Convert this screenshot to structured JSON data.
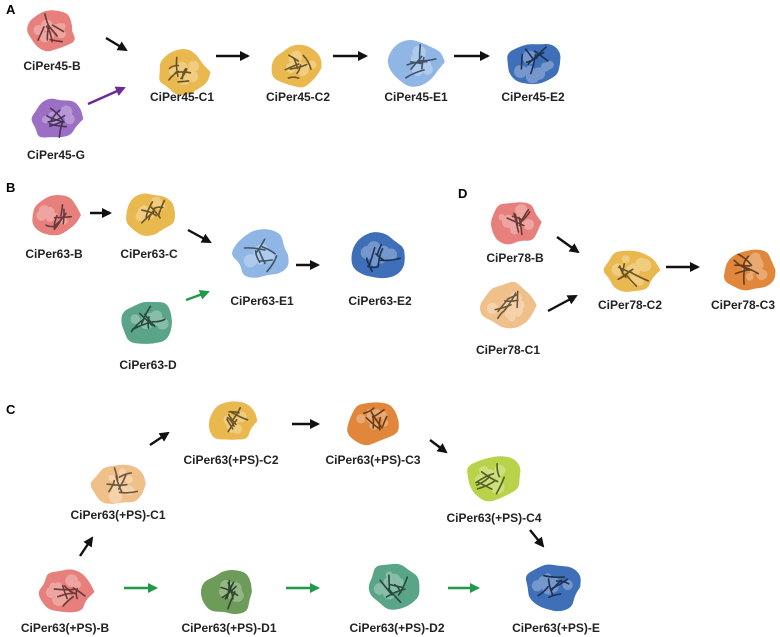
{
  "colors": {
    "B": "#e7807c",
    "G": "#9b6fc4",
    "C": "#e9b84f",
    "C1_peach": "#f0c08a",
    "C3": "#e0873c",
    "C4": "#b8d24a",
    "D_green": "#6c9b5a",
    "D_teal": "#5aa588",
    "E1": "#8fb6e4",
    "E2": "#3f6fb8",
    "arrow_black": "#111111",
    "arrow_purple": "#6a2a9a",
    "arrow_green": "#1e9a4a"
  },
  "panels": [
    {
      "letter": "A",
      "nodes": [
        {
          "id": "a_b",
          "label": "CiPer45-B",
          "color": "B"
        },
        {
          "id": "a_g",
          "label": "CiPer45-G",
          "color": "G"
        },
        {
          "id": "a_c1",
          "label": "CiPer45-C1",
          "color": "C"
        },
        {
          "id": "a_c2",
          "label": "CiPer45-C2",
          "color": "C"
        },
        {
          "id": "a_e1",
          "label": "CiPer45-E1",
          "color": "E1"
        },
        {
          "id": "a_e2",
          "label": "CiPer45-E2",
          "color": "E2"
        }
      ],
      "edges": [
        {
          "from": "a_b",
          "to": "a_c1",
          "color": "arrow_black"
        },
        {
          "from": "a_g",
          "to": "a_c1",
          "color": "arrow_purple"
        },
        {
          "from": "a_c1",
          "to": "a_c2",
          "color": "arrow_black"
        },
        {
          "from": "a_c2",
          "to": "a_e1",
          "color": "arrow_black"
        },
        {
          "from": "a_e1",
          "to": "a_e2",
          "color": "arrow_black"
        }
      ]
    },
    {
      "letter": "B",
      "nodes": [
        {
          "id": "b_b",
          "label": "CiPer63-B",
          "color": "B"
        },
        {
          "id": "b_c",
          "label": "CiPer63-C",
          "color": "C"
        },
        {
          "id": "b_d",
          "label": "CiPer63-D",
          "color": "D_teal"
        },
        {
          "id": "b_e1",
          "label": "CiPer63-E1",
          "color": "E1"
        },
        {
          "id": "b_e2",
          "label": "CiPer63-E2",
          "color": "E2"
        }
      ],
      "edges": [
        {
          "from": "b_b",
          "to": "b_c",
          "color": "arrow_black"
        },
        {
          "from": "b_c",
          "to": "b_e1",
          "color": "arrow_black"
        },
        {
          "from": "b_d",
          "to": "b_e1",
          "color": "arrow_green"
        },
        {
          "from": "b_e1",
          "to": "b_e2",
          "color": "arrow_black"
        }
      ]
    },
    {
      "letter": "D",
      "nodes": [
        {
          "id": "d_b",
          "label": "CiPer78-B",
          "color": "B"
        },
        {
          "id": "d_c1",
          "label": "CiPer78-C1",
          "color": "C1_peach"
        },
        {
          "id": "d_c2",
          "label": "CiPer78-C2",
          "color": "C"
        },
        {
          "id": "d_c3",
          "label": "CiPer78-C3",
          "color": "C3"
        }
      ],
      "edges": [
        {
          "from": "d_b",
          "to": "d_c2",
          "color": "arrow_black"
        },
        {
          "from": "d_c1",
          "to": "d_c2",
          "color": "arrow_black"
        },
        {
          "from": "d_c2",
          "to": "d_c3",
          "color": "arrow_black"
        }
      ]
    },
    {
      "letter": "C",
      "nodes": [
        {
          "id": "c_b",
          "label": "CiPer63(+PS)-B",
          "color": "B"
        },
        {
          "id": "c_c1",
          "label": "CiPer63(+PS)-C1",
          "color": "C1_peach"
        },
        {
          "id": "c_c2",
          "label": "CiPer63(+PS)-C2",
          "color": "C"
        },
        {
          "id": "c_c3",
          "label": "CiPer63(+PS)-C3",
          "color": "C3"
        },
        {
          "id": "c_c4",
          "label": "CiPer63(+PS)-C4",
          "color": "C4"
        },
        {
          "id": "c_d1",
          "label": "CiPer63(+PS)-D1",
          "color": "D_green"
        },
        {
          "id": "c_d2",
          "label": "CiPer63(+PS)-D2",
          "color": "D_teal"
        },
        {
          "id": "c_e",
          "label": "CiPer63(+PS)-E",
          "color": "E2"
        }
      ],
      "edges": [
        {
          "from": "c_b",
          "to": "c_c1",
          "color": "arrow_black"
        },
        {
          "from": "c_c1",
          "to": "c_c2",
          "color": "arrow_black"
        },
        {
          "from": "c_c2",
          "to": "c_c3",
          "color": "arrow_black"
        },
        {
          "from": "c_c3",
          "to": "c_c4",
          "color": "arrow_black"
        },
        {
          "from": "c_c4",
          "to": "c_e",
          "color": "arrow_black"
        },
        {
          "from": "c_b",
          "to": "c_d1",
          "color": "arrow_green"
        },
        {
          "from": "c_d1",
          "to": "c_d2",
          "color": "arrow_green"
        },
        {
          "from": "c_d2",
          "to": "c_e",
          "color": "arrow_green"
        }
      ]
    }
  ]
}
